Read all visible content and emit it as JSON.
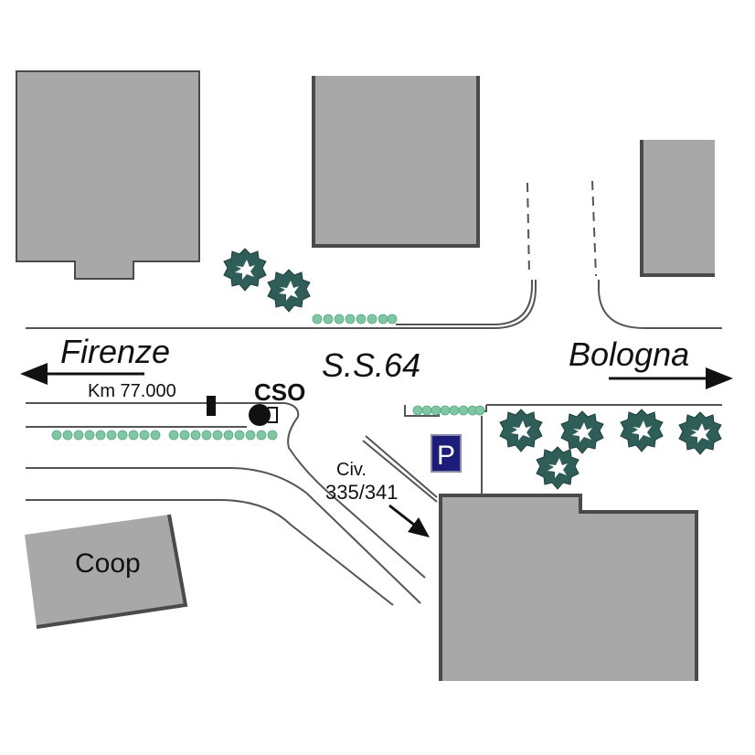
{
  "labels": {
    "west_direction": "Firenze",
    "east_direction": "Bologna",
    "road_name": "S.S.64",
    "km_marker": "Km 77.000",
    "station": "CSO",
    "civic_line1": "Civ.",
    "civic_line2": "335/341",
    "store": "Coop",
    "parking": "P"
  },
  "colors": {
    "building_fill": "#a8a8a8",
    "building_edge": "#4a4a4a",
    "road_line": "#555555",
    "hedge": "#7fc7a3",
    "tree_fill": "#2f5d57",
    "parking_bg": "#1c1c7a",
    "arrow": "#111111"
  },
  "icons": {
    "tree": "tree-icon",
    "hedge": "hedge-icon",
    "parking": "parking-icon",
    "station": "station-marker-icon"
  }
}
